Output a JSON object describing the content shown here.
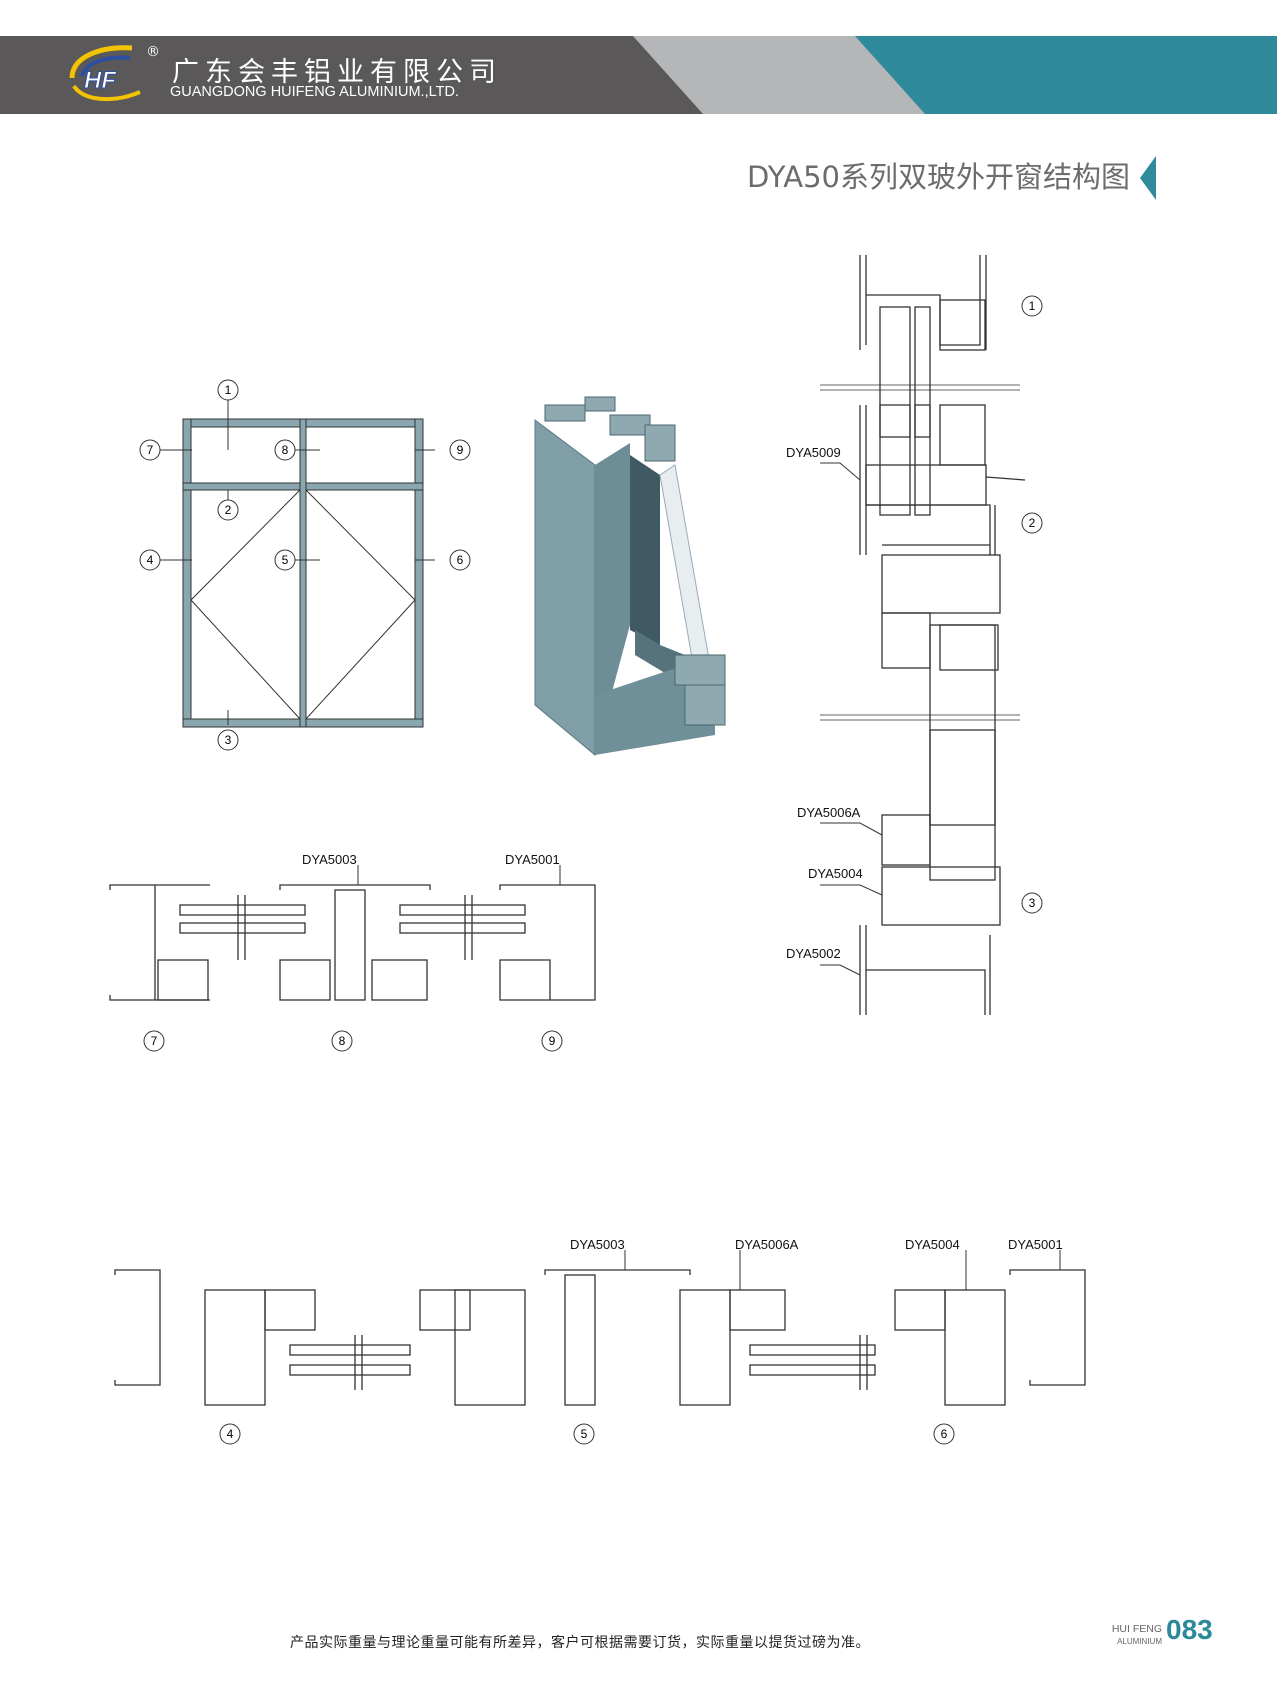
{
  "header": {
    "company_cn": "广东会丰铝业有限公司",
    "company_en": "GUANGDONG HUIFENG ALUMINIUM.,LTD.",
    "logo_text": "HF",
    "registered": "®"
  },
  "title": "DYA50系列双玻外开窗结构图",
  "elevation": {
    "callouts": [
      "1",
      "2",
      "3",
      "4",
      "5",
      "6",
      "7",
      "8",
      "9"
    ]
  },
  "sections": {
    "vertical": {
      "markers": [
        "1",
        "2",
        "3"
      ],
      "labels": [
        "DYA5009",
        "DYA5006A",
        "DYA5004",
        "DYA5002"
      ]
    },
    "row1": {
      "labels": [
        "DYA5003",
        "DYA5001"
      ],
      "markers": [
        "7",
        "8",
        "9"
      ]
    },
    "row2": {
      "labels": [
        "DYA5003",
        "DYA5006A",
        "DYA5004",
        "DYA5001"
      ],
      "markers": [
        "4",
        "5",
        "6"
      ]
    }
  },
  "footer": {
    "note": "产品实际重量与理论重量可能有所差异，客户可根据需要订货，实际重量以提货过磅为准。",
    "brand_top": "HUI FENG",
    "brand_bottom": "ALUMINIUM",
    "page_number": "083"
  },
  "colors": {
    "header_dark": "#5a5859",
    "header_mid": "#b5b6b8",
    "header_accent": "#2f8a9b",
    "profile_fill": "#7f9ea8",
    "frame_fill": "#8aa7b0"
  }
}
